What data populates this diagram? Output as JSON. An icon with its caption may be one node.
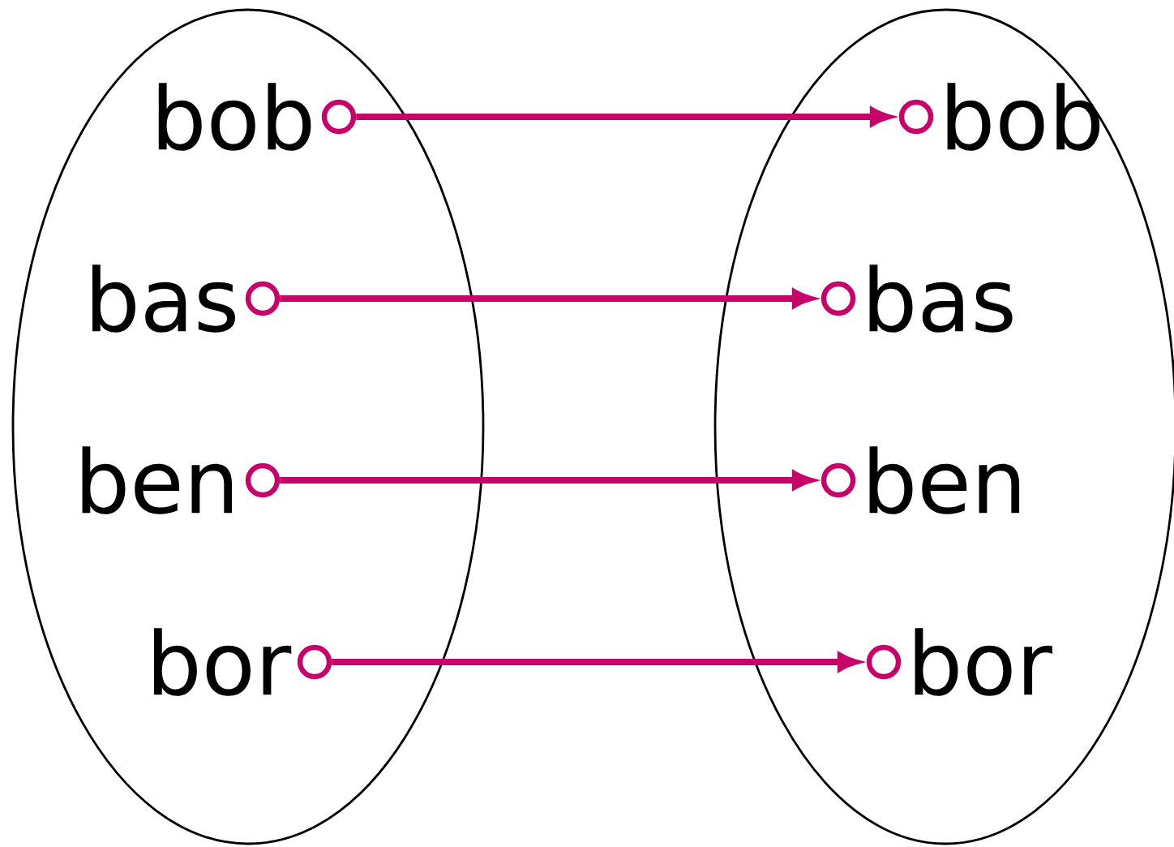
{
  "diagram": {
    "nodes": [
      {
        "text": [],
        "shape": "ellipse"
      },
      {
        "text": [],
        "shape": "ellipse"
      },
      {
        "text": [],
        "shape": "circle",
        "in": 0,
        "beside": [
          "bob"
        ]
      },
      {
        "text": [],
        "shape": "circle",
        "in": 0,
        "beside": [
          "bas"
        ]
      },
      {
        "text": [],
        "shape": "circle",
        "in": 0,
        "beside": [
          "ben"
        ]
      },
      {
        "text": [],
        "shape": "circle",
        "in": 0,
        "beside": [
          "bor"
        ]
      },
      {
        "text": [],
        "shape": "circle",
        "in": 1,
        "beside": [
          "bob"
        ]
      },
      {
        "text": [],
        "shape": "circle",
        "in": 1,
        "beside": [
          "bas"
        ]
      },
      {
        "text": [],
        "shape": "circle",
        "in": 1,
        "beside": [
          "ben"
        ]
      },
      {
        "text": [],
        "shape": "circle",
        "in": 1,
        "beside": [
          "bor"
        ]
      }
    ],
    "edges": [
      {
        "from": 2,
        "to": 6,
        "arrow": "to"
      },
      {
        "from": 3,
        "to": 7,
        "arrow": "to"
      },
      {
        "from": 4,
        "to": 8,
        "arrow": "to"
      },
      {
        "from": 5,
        "to": 9,
        "arrow": "to"
      }
    ]
  }
}
